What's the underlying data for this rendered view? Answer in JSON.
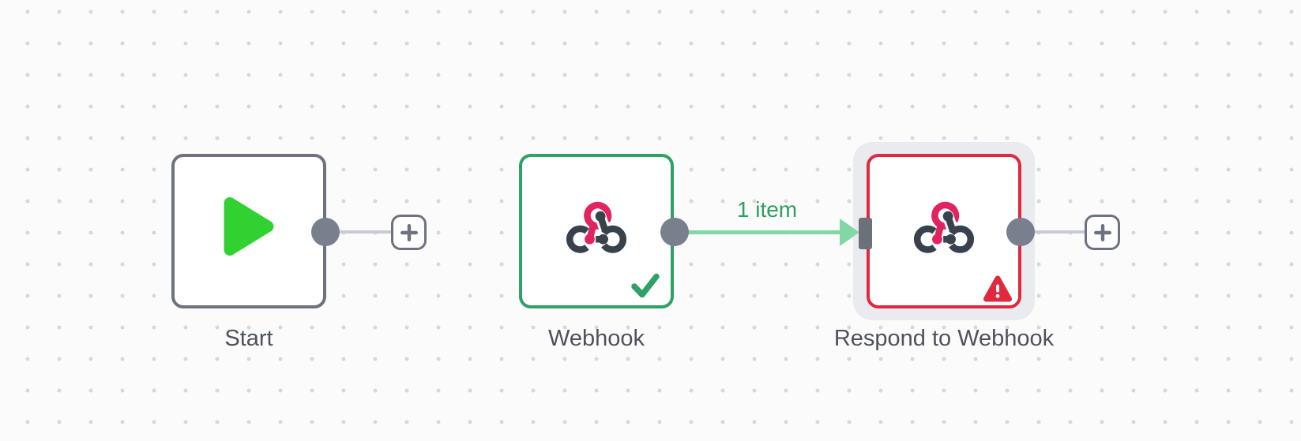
{
  "app": "workflow-editor-canvas",
  "canvas": {
    "background_color": "#fbfbfc",
    "dot_grid_color": "#d8d8dc"
  },
  "nodes": [
    {
      "id": "start",
      "label": "Start",
      "type": "manual-trigger",
      "state": "default",
      "border_color": "#6d727e",
      "icon": "play-icon",
      "icon_color": "#31d131"
    },
    {
      "id": "webhook",
      "label": "Webhook",
      "type": "webhook",
      "state": "success",
      "border_color": "#2da166",
      "icon": "webhook-icon",
      "status_icon": "check-icon",
      "status_color": "#2da166"
    },
    {
      "id": "respond",
      "label": "Respond to Webhook",
      "type": "respond-to-webhook",
      "state": "error",
      "selected": true,
      "border_color": "#e0283e",
      "icon": "webhook-icon",
      "status_icon": "warning-icon",
      "status_color": "#e0283e"
    }
  ],
  "connections": [
    {
      "from": "webhook",
      "to": "respond",
      "label": "1 item",
      "line_color": "#81d8a5",
      "label_color": "#2d9f60"
    }
  ],
  "icons": {
    "webhook_primary_color": "#e1235f",
    "webhook_dark_color": "#37424c",
    "plus_color": "#6d727e",
    "endpoint_color": "#797f8c"
  }
}
